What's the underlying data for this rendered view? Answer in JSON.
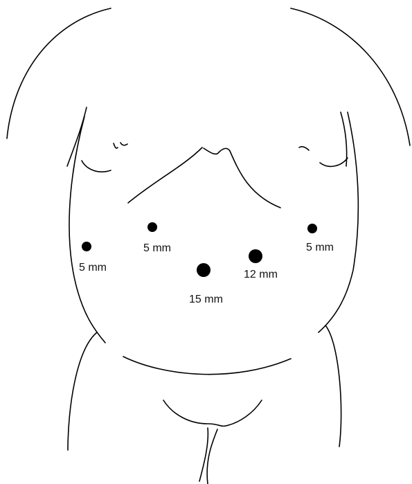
{
  "ports": [
    {
      "id": "right-upper",
      "label": "5 mm",
      "size_mm": 5
    },
    {
      "id": "left-upper",
      "label": "5 mm",
      "size_mm": 5
    },
    {
      "id": "right-lateral",
      "label": "5 mm",
      "size_mm": 5
    },
    {
      "id": "camera",
      "label": "15 mm",
      "size_mm": 15
    },
    {
      "id": "working",
      "label": "12 mm",
      "size_mm": 12
    }
  ],
  "colors": {
    "line": "#000000",
    "port": "#000000",
    "background": "#ffffff"
  }
}
